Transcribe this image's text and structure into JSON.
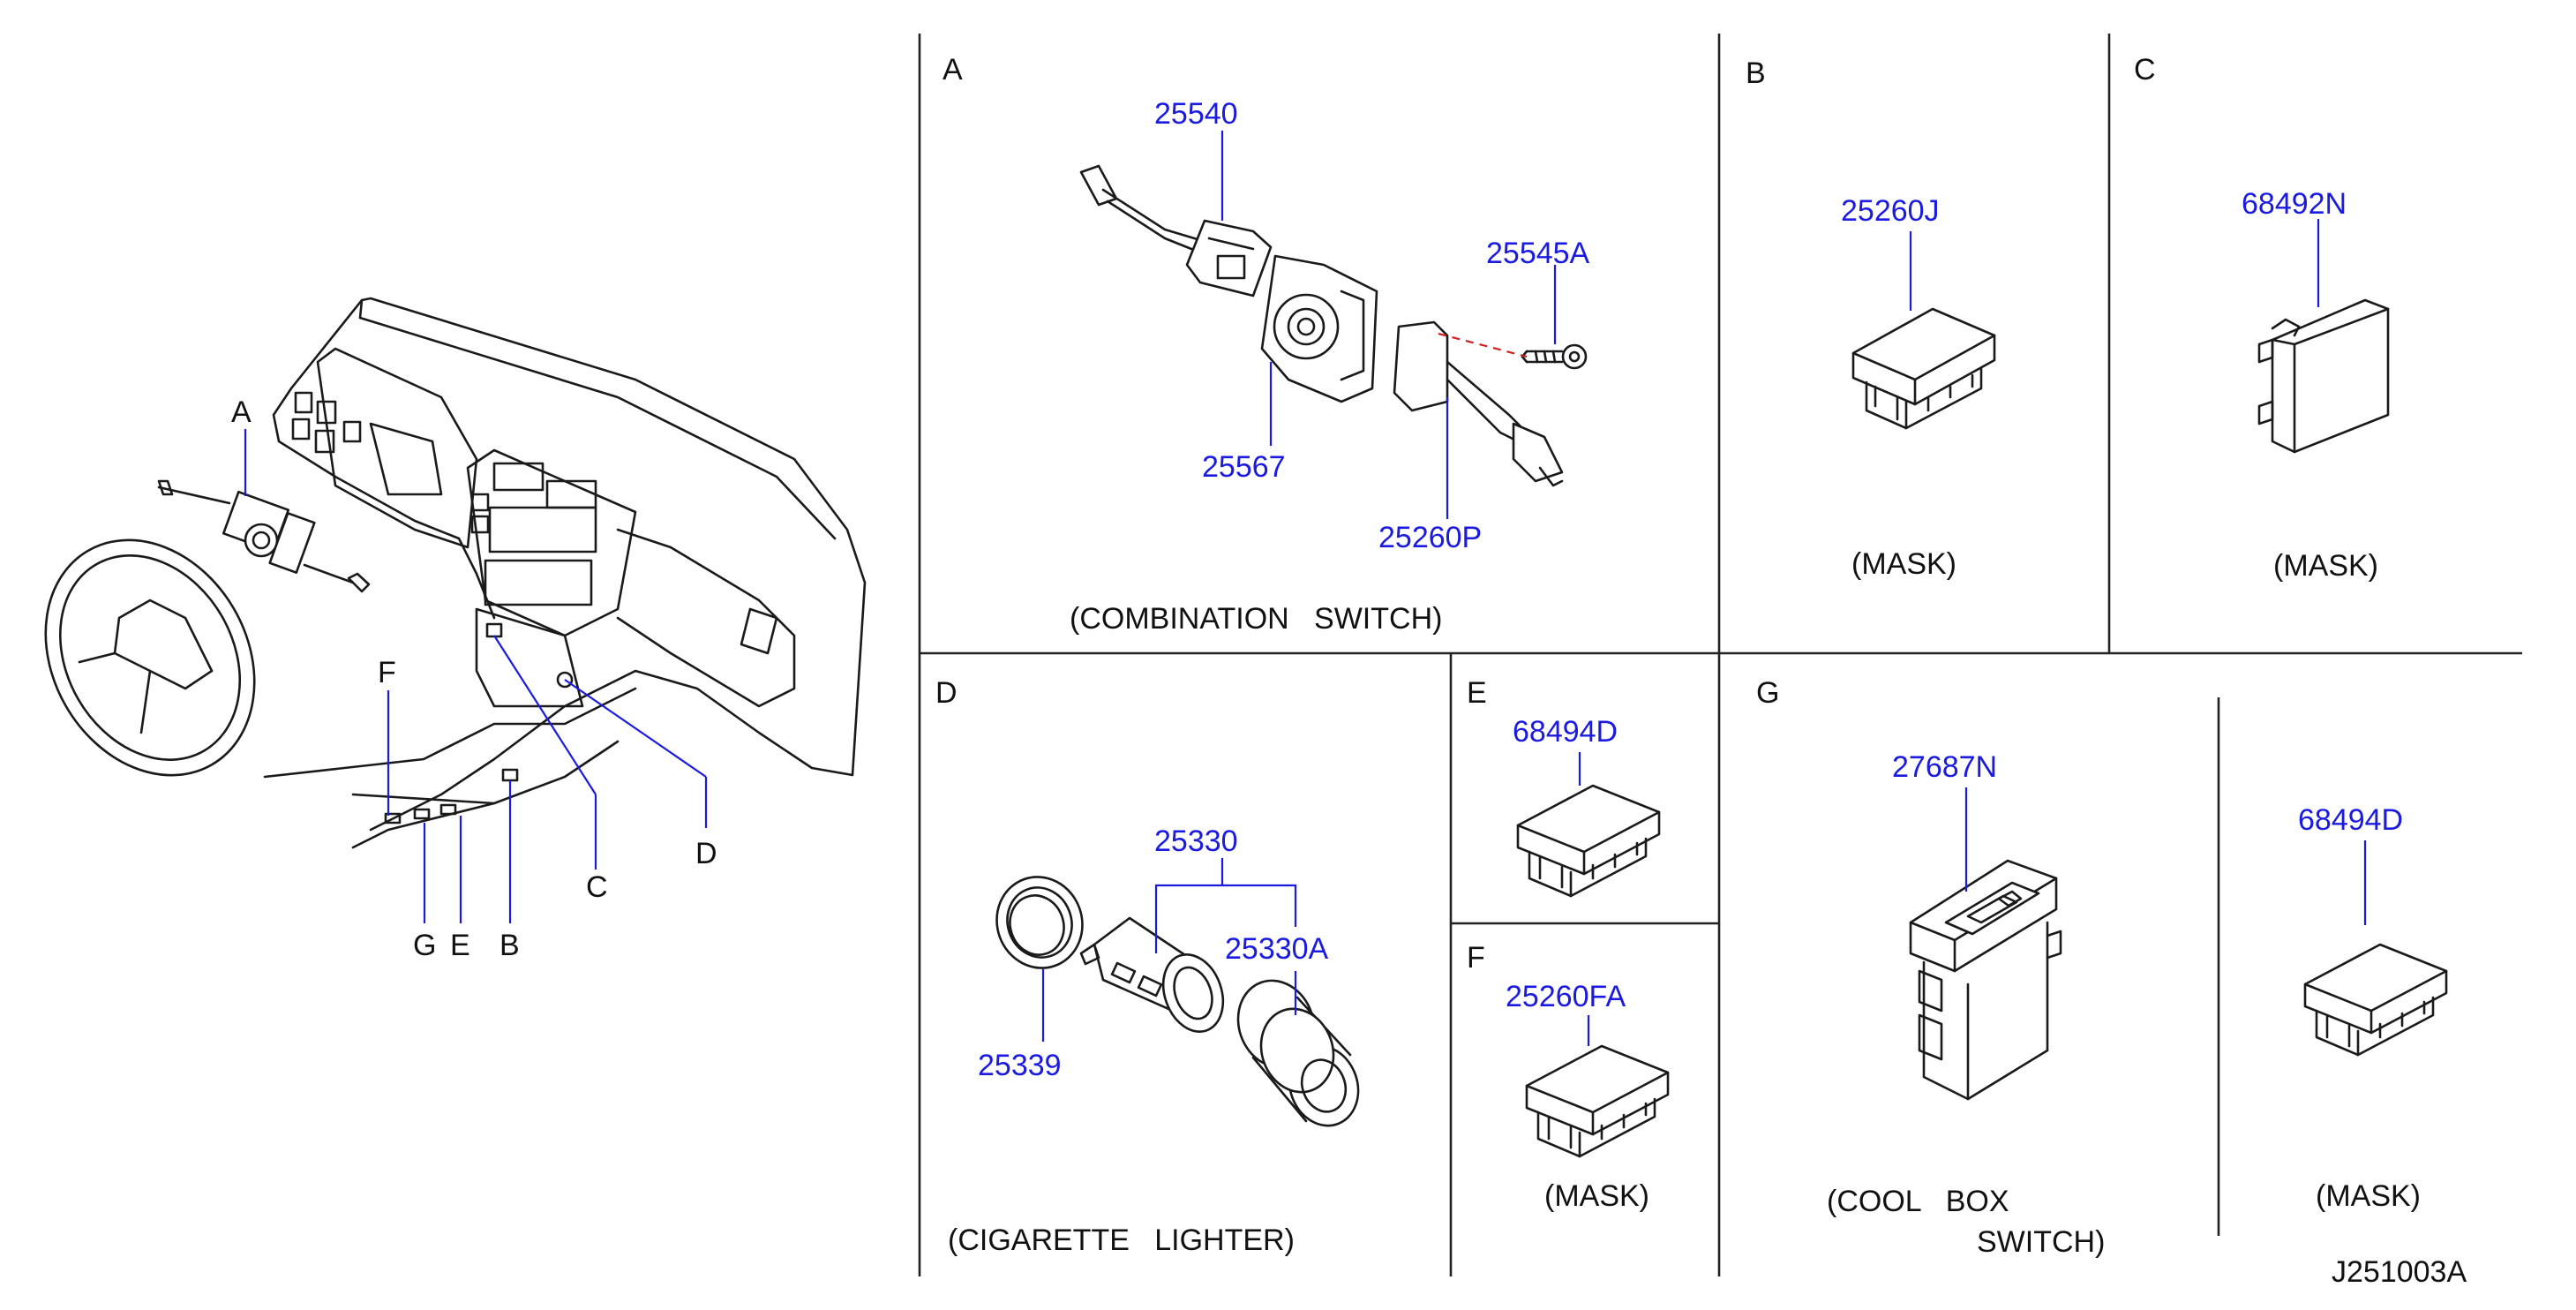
{
  "overview_labels": {
    "A": "A",
    "B": "B",
    "C": "C",
    "D": "D",
    "E": "E",
    "F": "F",
    "G": "G"
  },
  "sections": {
    "A": {
      "letter": "A",
      "part_numbers": [
        "25540",
        "25545A",
        "25567",
        "25260P"
      ],
      "caption": "(COMBINATION   SWITCH)"
    },
    "B": {
      "letter": "B",
      "part_number": "25260J",
      "caption": "(MASK)"
    },
    "C": {
      "letter": "C",
      "part_number": "68492N",
      "caption": "(MASK)"
    },
    "D": {
      "letter": "D",
      "part_numbers": [
        "25330",
        "25330A",
        "25339"
      ],
      "caption": "(CIGARETTE   LIGHTER)"
    },
    "E": {
      "letter": "E",
      "part_number": "68494D"
    },
    "F": {
      "letter": "F",
      "part_number": "25260FA",
      "caption": "(MASK)"
    },
    "G": {
      "letter": "G",
      "switch_part_number": "27687N",
      "switch_caption_line1": "(COOL   BOX",
      "switch_caption_line2": "SWITCH)",
      "mask_part_number": "68494D",
      "mask_caption": "(MASK)"
    }
  },
  "drawing_id": "J251003A",
  "colors": {
    "part_number": "#1a1ae0",
    "leader": "#1a1ae0",
    "screw_leader": "#d02020",
    "line": "#1a1a1a"
  }
}
